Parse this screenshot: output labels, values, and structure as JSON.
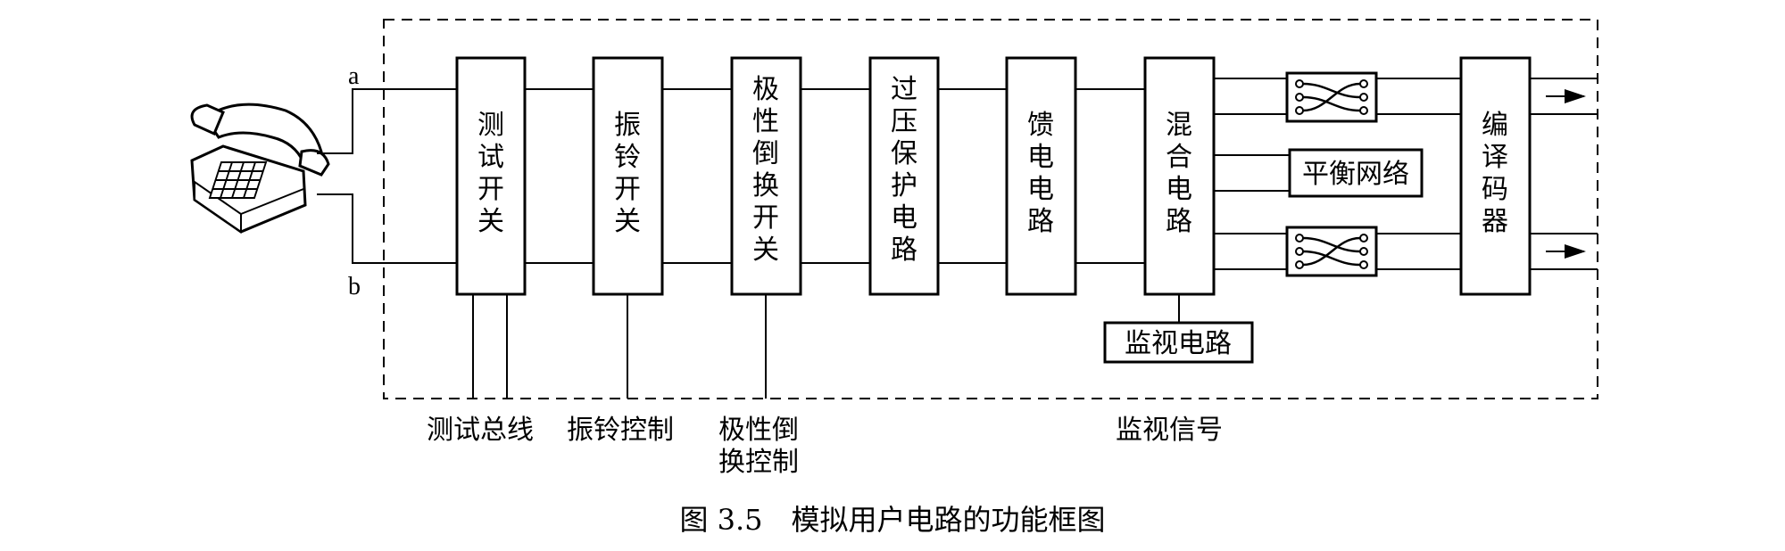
{
  "terminals": {
    "a": "a",
    "b": "b"
  },
  "blocks": {
    "test_switch": "测试开关",
    "ring_switch": "振铃开关",
    "polarity_switch": "极性倒换开关",
    "overvoltage": "过压保护电路",
    "feed": "馈电电路",
    "hybrid": "混合电路",
    "codec": "编译码器",
    "balance": "平衡网络",
    "supervision": "监视电路"
  },
  "signals": {
    "test_bus": "测试总线",
    "ring_control": "振铃控制",
    "polarity_control_line1": "极性倒",
    "polarity_control_line2": "换控制",
    "supervision_signal": "监视信号"
  },
  "icons": [
    "telephone-icon",
    "filter-icon",
    "arrow-right-icon"
  ],
  "caption": "图 3.5　模拟用户电路的功能框图"
}
